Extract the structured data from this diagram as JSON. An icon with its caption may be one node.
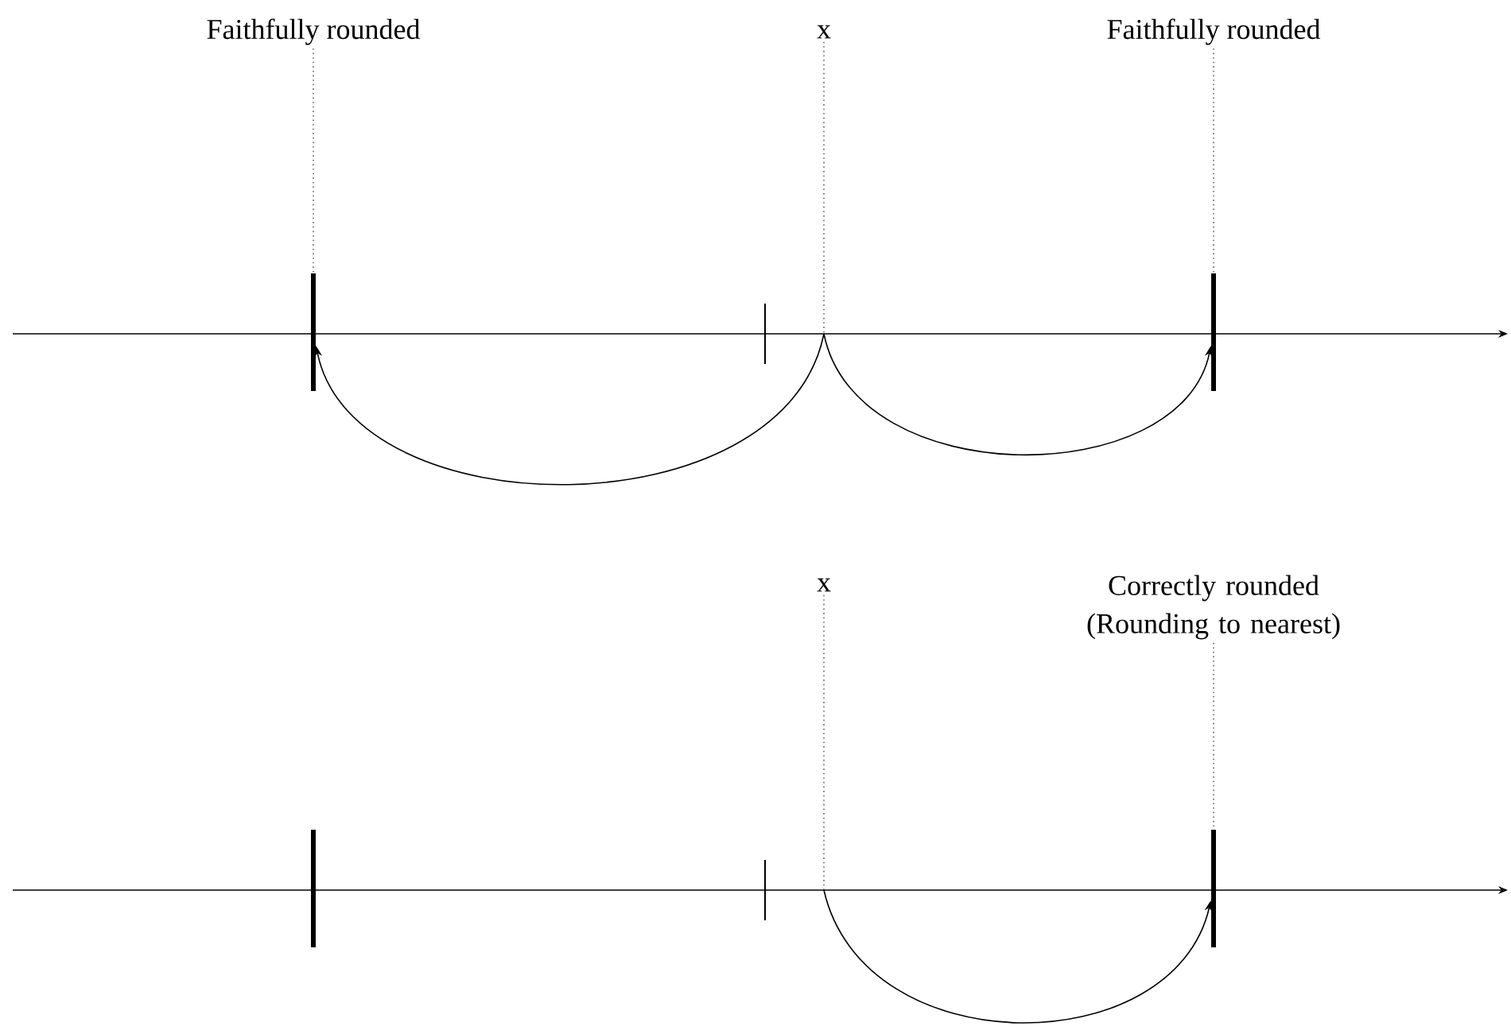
{
  "diagram": {
    "nodes": [
      {
        "text": [
          "Faithfully rounded"
        ]
      },
      {
        "text": [
          "x"
        ]
      },
      {
        "text": [
          "Faithfully rounded"
        ]
      },
      {
        "text": [],
        "shape": "bar"
      },
      {
        "text": [],
        "shape": "bar"
      },
      {
        "text": [
          "x"
        ]
      },
      {
        "text": [
          "Correctly rounded (Rounding to nearest)"
        ]
      },
      {
        "text": [],
        "shape": "bar"
      },
      {
        "text": [],
        "shape": "bar"
      }
    ],
    "edges": [
      {
        "from": 0,
        "to": 3,
        "arrow": "none",
        "style": "dashed"
      },
      {
        "from": 1,
        "to": null,
        "arrow": "none",
        "style": "dashed"
      },
      {
        "from": 2,
        "to": 4,
        "arrow": "none",
        "style": "dashed"
      },
      {
        "from": null,
        "to": 3,
        "arrow": "to"
      },
      {
        "from": null,
        "to": 4,
        "arrow": "to"
      },
      {
        "from": 5,
        "to": null,
        "arrow": "none",
        "style": "dashed"
      },
      {
        "from": 6,
        "to": 8,
        "arrow": "none",
        "style": "dashed"
      },
      {
        "from": null,
        "to": 8,
        "arrow": "to"
      }
    ]
  }
}
